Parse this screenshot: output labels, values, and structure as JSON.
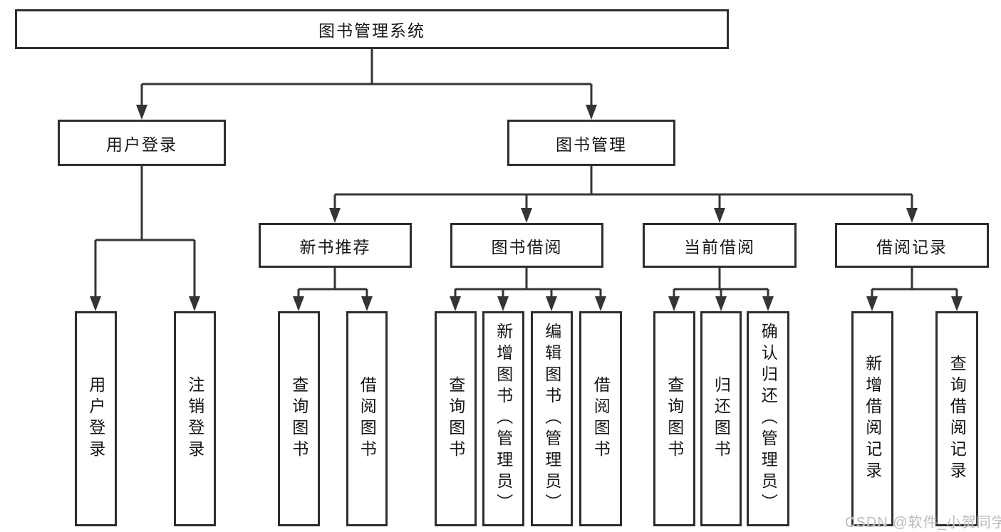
{
  "diagram": {
    "title": "图书管理系统",
    "colors": {
      "line": "#343434",
      "box_border": "#2d2d2d",
      "text": "#161616",
      "background": "#ffffff",
      "watermark": "#bcbcbc"
    },
    "nodes": {
      "root": {
        "label": "图书管理系统"
      },
      "user_login": {
        "label": "用户登录"
      },
      "book_mgmt": {
        "label": "图书管理"
      },
      "new_book_rec": {
        "label": "新书推荐"
      },
      "book_borrow": {
        "label": "图书借阅"
      },
      "current_borrow": {
        "label": "当前借阅"
      },
      "borrow_records": {
        "label": "借阅记录"
      },
      "leaf_user_login": {
        "label": "用户登录"
      },
      "leaf_logout": {
        "label": "注销登录"
      },
      "leaf_query_book_new": {
        "label": "查询图书"
      },
      "leaf_borrow_book_new": {
        "label": "借阅图书"
      },
      "leaf_query_book_borrow": {
        "label": "查询图书"
      },
      "leaf_add_book": {
        "label": "新增图书（管理员）"
      },
      "leaf_edit_book": {
        "label": "编辑图书（管理员）"
      },
      "leaf_borrow_book_borrow": {
        "label": "借阅图书"
      },
      "leaf_query_book_current": {
        "label": "查询图书"
      },
      "leaf_return_book": {
        "label": "归还图书"
      },
      "leaf_confirm_return": {
        "label": "确认归还（管理员）"
      },
      "leaf_add_record": {
        "label": "新增借阅记录"
      },
      "leaf_query_record": {
        "label": "查询借阅记录"
      }
    }
  },
  "watermark": {
    "text": "CSDN @软件_小贺同学"
  }
}
